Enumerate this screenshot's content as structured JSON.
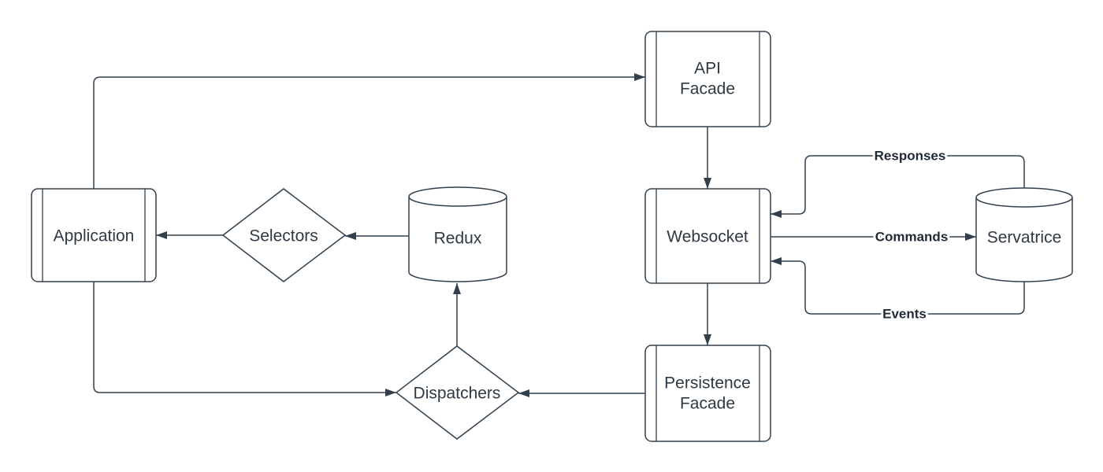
{
  "diagram": {
    "type": "flowchart",
    "nodes": {
      "application": {
        "label": "Application",
        "shape": "predefined-process"
      },
      "selectors": {
        "label": "Selectors",
        "shape": "decision"
      },
      "redux": {
        "label": "Redux",
        "shape": "database"
      },
      "api_facade": {
        "label_lines": [
          "API",
          "Facade"
        ],
        "shape": "predefined-process"
      },
      "websocket": {
        "label": "Websocket",
        "shape": "predefined-process"
      },
      "servatrice": {
        "label": "Servatrice",
        "shape": "database"
      },
      "persistence_facade": {
        "label_lines": [
          "Persistence",
          "Facade"
        ],
        "shape": "predefined-process"
      },
      "dispatchers": {
        "label": "Dispatchers",
        "shape": "decision"
      }
    },
    "edges": {
      "application_to_api_facade": {
        "label": "",
        "from": "Application",
        "to": "API Facade"
      },
      "api_facade_to_websocket": {
        "label": "",
        "from": "API Facade",
        "to": "Websocket"
      },
      "websocket_to_persistence_facade": {
        "label": "",
        "from": "Websocket",
        "to": "Persistence Facade"
      },
      "persistence_facade_to_dispatchers": {
        "label": "",
        "from": "Persistence Facade",
        "to": "Dispatchers"
      },
      "dispatchers_to_redux": {
        "label": "",
        "from": "Dispatchers",
        "to": "Redux"
      },
      "redux_to_selectors": {
        "label": "",
        "from": "Redux",
        "to": "Selectors"
      },
      "selectors_to_application": {
        "label": "",
        "from": "Selectors",
        "to": "Application"
      },
      "application_to_dispatchers": {
        "label": "",
        "from": "Application",
        "to": "Dispatchers"
      },
      "responses": {
        "label": "Responses",
        "from": "Servatrice",
        "to": "Websocket"
      },
      "commands": {
        "label": "Commands",
        "from": "Websocket",
        "to": "Servatrice"
      },
      "events": {
        "label": "Events",
        "from": "Servatrice",
        "to": "Websocket"
      }
    }
  },
  "colors": {
    "background": "#ffffff",
    "stroke": "#32404e",
    "node_text": "#2e3943",
    "edge_label_text": "#1f2a36"
  }
}
